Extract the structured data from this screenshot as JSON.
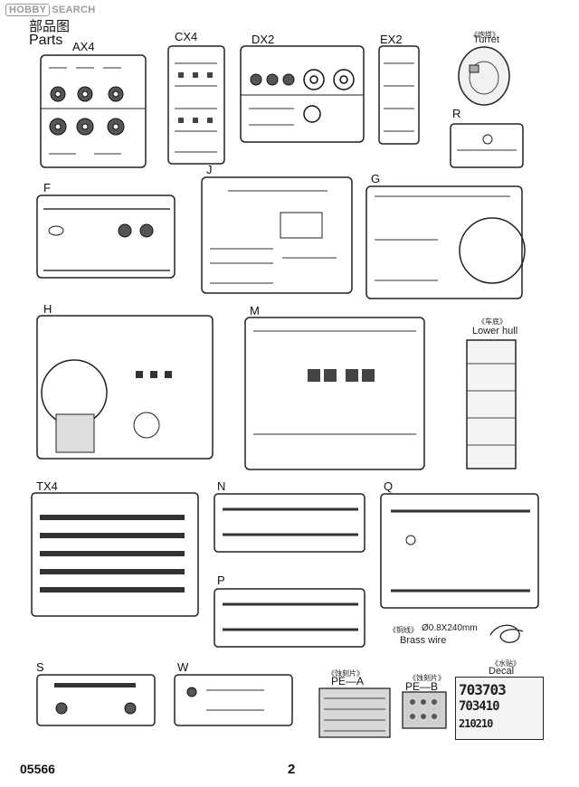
{
  "watermark": {
    "logo": "HOBBY",
    "text": "SEARCH"
  },
  "header": {
    "title_cn": "部品图",
    "title_en": "Parts"
  },
  "sprues": {
    "ax4": "AX4",
    "cx4": "CX4",
    "dx2": "DX2",
    "ex2": "EX2",
    "r": "R",
    "f": "F",
    "j": "J",
    "g": "G",
    "h": "H",
    "m": "M",
    "tx4": "TX4",
    "n": "N",
    "q": "Q",
    "p": "P",
    "s": "S",
    "w": "W"
  },
  "turret": {
    "cn": "《炮塔》",
    "en": "Turret"
  },
  "lower_hull": {
    "cn": "《车底》",
    "en": "Lower hull"
  },
  "brass_wire": {
    "cn": "《铜线》",
    "size": "Ø0.8X240mm",
    "en": "Brass wire"
  },
  "pe_a": {
    "cn": "《蚀刻片》",
    "label": "PE—A"
  },
  "pe_b": {
    "cn": "《蚀刻片》",
    "label": "PE—B"
  },
  "decal": {
    "cn": "《水贴》",
    "en": "Decal",
    "row1": "703703",
    "row2": "703410",
    "row3": "210210"
  },
  "footer": {
    "code": "05566",
    "page": "2"
  }
}
